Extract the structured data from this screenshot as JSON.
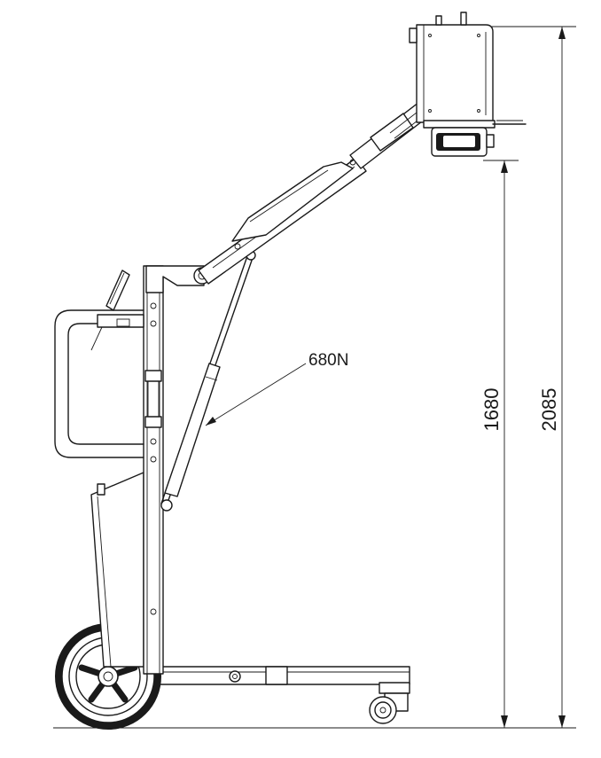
{
  "diagram": {
    "force_label": "680N",
    "dimensions": {
      "inner_height": "1680",
      "overall_height": "2085"
    },
    "colors": {
      "line": "#1a1a1a",
      "background": "#ffffff"
    }
  }
}
